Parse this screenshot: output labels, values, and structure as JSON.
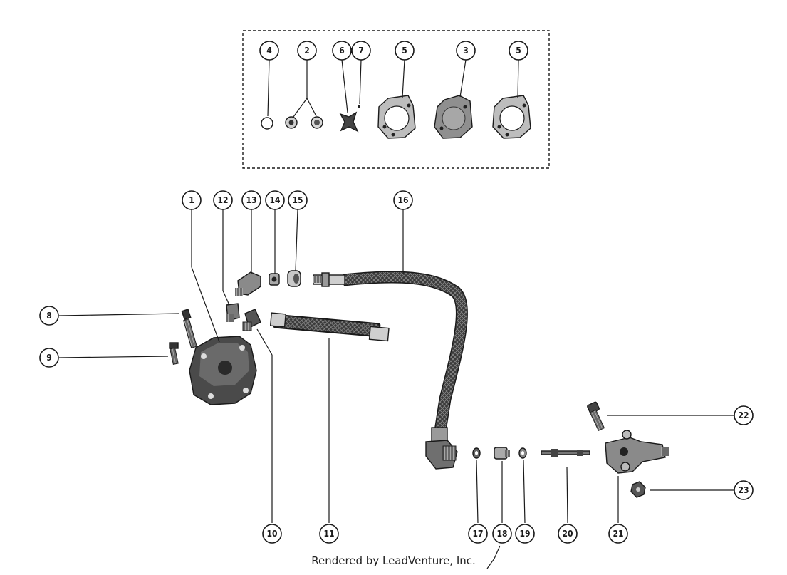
{
  "callouts": {
    "c1": "1",
    "c2": "2",
    "c3": "3",
    "c4": "4",
    "c5a": "5",
    "c5b": "5",
    "c6": "6",
    "c7": "7",
    "c8": "8",
    "c9": "9",
    "c10": "10",
    "c11": "11",
    "c12": "12",
    "c13": "13",
    "c14": "14",
    "c15": "15",
    "c16": "16",
    "c17": "17",
    "c18": "18",
    "c19": "19",
    "c20": "20",
    "c21": "21",
    "c22": "22",
    "c23": "23"
  },
  "footer": "Rendered by LeadVenture, Inc."
}
